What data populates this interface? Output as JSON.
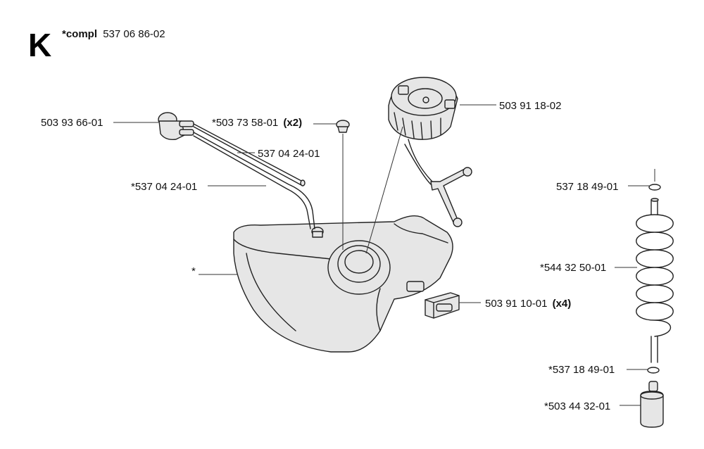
{
  "section": {
    "letter": "K",
    "compl_prefix": "*compl",
    "compl_number": "537 06 86-02"
  },
  "labels": [
    {
      "id": "p1",
      "text": "503 93 66-01",
      "qty": ""
    },
    {
      "id": "p2",
      "text": "*503 73 58-01",
      "qty": "(x2)"
    },
    {
      "id": "p3",
      "text": "537 04 24-01",
      "qty": ""
    },
    {
      "id": "p4",
      "text": "*537 04 24-01",
      "qty": ""
    },
    {
      "id": "p5",
      "text": "*",
      "qty": ""
    },
    {
      "id": "p6",
      "text": "503 91 18-02",
      "qty": ""
    },
    {
      "id": "p7",
      "text": "503 91 10-01",
      "qty": "(x4)"
    },
    {
      "id": "p8",
      "text": "537 18 49-01",
      "qty": ""
    },
    {
      "id": "p9",
      "text": "*544 32 50-01",
      "qty": ""
    },
    {
      "id": "p10",
      "text": "*537 18 49-01",
      "qty": ""
    },
    {
      "id": "p11",
      "text": "*503 44 32-01",
      "qty": ""
    }
  ]
}
